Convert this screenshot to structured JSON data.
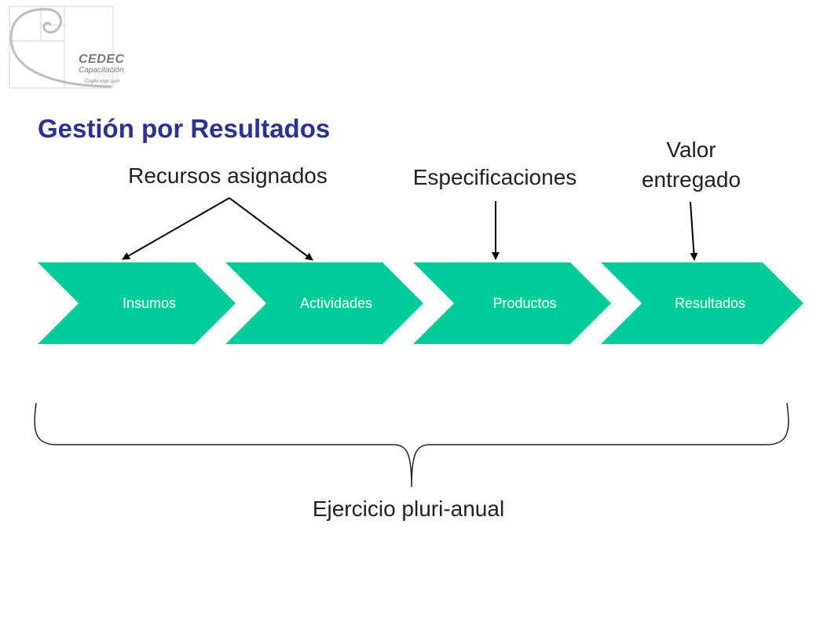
{
  "logo": {
    "name": "CEDEC",
    "subtitle": "Capacitación",
    "tagline": "Cogito ergo sum"
  },
  "title": "Gestión por Resultados",
  "labels": {
    "recursos": "Recursos asignados",
    "especificaciones": "Especificaciones",
    "valor_line1": "Valor",
    "valor_line2": "entregado",
    "ejercicio": "Ejercicio pluri-anual"
  },
  "process": {
    "steps": [
      {
        "label": "Insumos"
      },
      {
        "label": "Actividades"
      },
      {
        "label": "Productos"
      },
      {
        "label": "Resultados"
      }
    ]
  },
  "colors": {
    "chevron": "#00cc99",
    "title": "#2e3192",
    "text": "#222222"
  }
}
